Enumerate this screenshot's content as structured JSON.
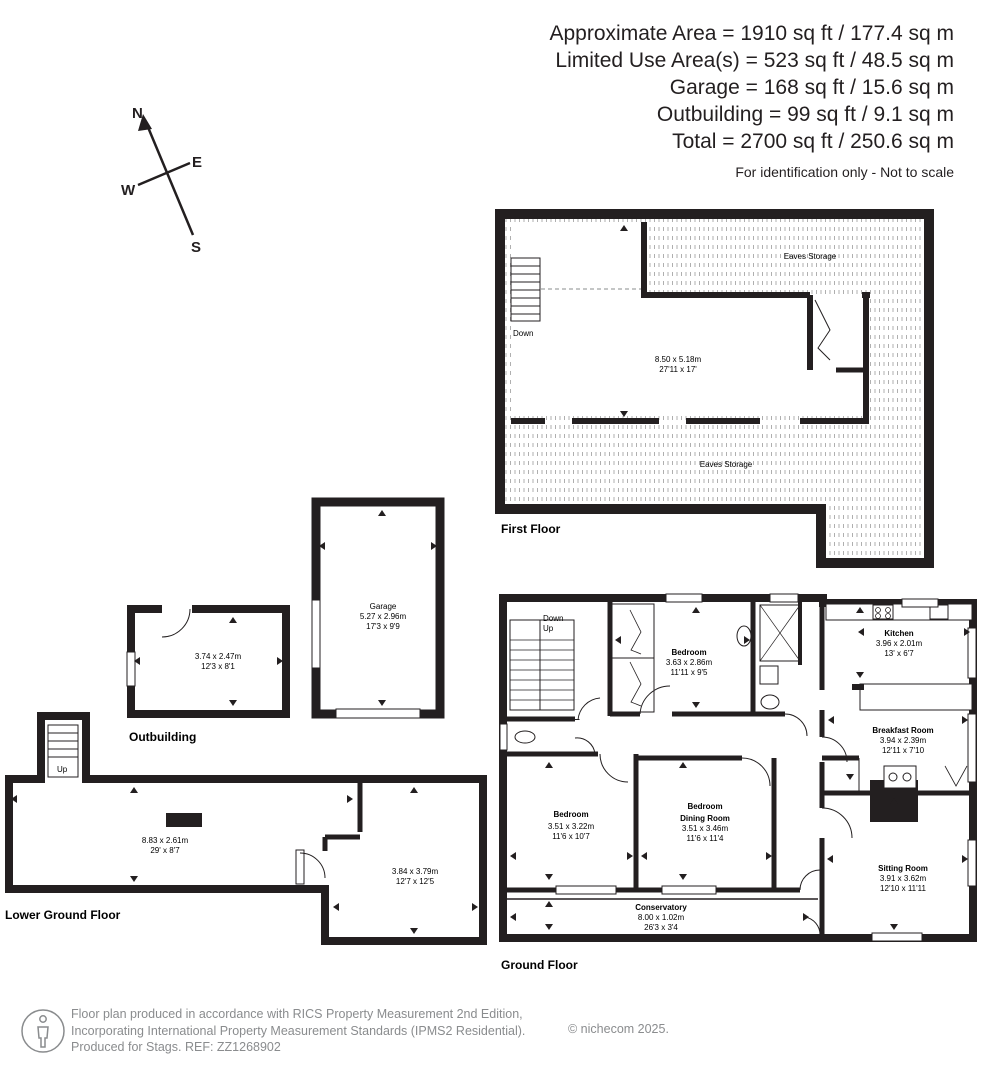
{
  "areas": {
    "approximate": "Approximate Area = 1910 sq ft / 177.4 sq m",
    "limited_use": "Limited Use Area(s) = 523 sq ft / 48.5 sq m",
    "garage": "Garage = 168 sq ft / 15.6 sq m",
    "outbuilding": "Outbuilding = 99 sq ft / 9.1 sq m",
    "total": "Total = 2700 sq ft / 250.6 sq m",
    "note": "For identification only - Not to scale"
  },
  "compass": {
    "n": "N",
    "e": "E",
    "s": "S",
    "w": "W"
  },
  "floors": {
    "first": "First Floor",
    "ground": "Ground Floor",
    "lower": "Lower Ground Floor",
    "outbuilding": "Outbuilding"
  },
  "rooms": {
    "first_floor_main": {
      "dims_m": "8.50 x 5.18m",
      "dims_ft": "27'11 x 17'"
    },
    "eaves_storage_top": {
      "name": "Eaves Storage"
    },
    "eaves_storage_bottom": {
      "name": "Eaves Storage"
    },
    "first_floor_stairs": {
      "label": "Down"
    },
    "garage": {
      "name": "Garage",
      "dims_m": "5.27 x 2.96m",
      "dims_ft": "17'3 x 9'9"
    },
    "outbuilding_room": {
      "dims_m": "3.74 x 2.47m",
      "dims_ft": "12'3 x 8'1"
    },
    "lower_main": {
      "dims_m": "8.83 x 2.61m",
      "dims_ft": "29' x 8'7"
    },
    "lower_side": {
      "dims_m": "3.84 x 3.79m",
      "dims_ft": "12'7 x 12'5"
    },
    "lower_stairs": {
      "label": "Up"
    },
    "ground_stairs": {
      "down": "Down",
      "up": "Up"
    },
    "bedroom_top": {
      "name": "Bedroom",
      "dims_m": "3.63 x 2.86m",
      "dims_ft": "11'11 x 9'5"
    },
    "kitchen": {
      "name": "Kitchen",
      "dims_m": "3.96 x 2.01m",
      "dims_ft": "13' x 6'7"
    },
    "breakfast": {
      "name": "Breakfast Room",
      "dims_m": "3.94 x 2.39m",
      "dims_ft": "12'11 x 7'10"
    },
    "bedroom_left": {
      "name": "Bedroom",
      "dims_m": "3.51 x 3.22m",
      "dims_ft": "11'6 x 10'7"
    },
    "bedroom_dining": {
      "name1": "Bedroom",
      "name2": "Dining Room",
      "dims_m": "3.51 x 3.46m",
      "dims_ft": "11'6 x 11'4"
    },
    "sitting": {
      "name": "Sitting Room",
      "dims_m": "3.91 x 3.62m",
      "dims_ft": "12'10 x 11'11"
    },
    "conservatory": {
      "name": "Conservatory",
      "dims_m": "8.00 x 1.02m",
      "dims_ft": "26'3 x 3'4"
    }
  },
  "footer": {
    "line1": "Floor plan produced in accordance with RICS Property Measurement 2nd Edition,",
    "line2": "Incorporating International Property Measurement Standards (IPMS2 Residential).",
    "line3": "Produced for Stags.   REF: ZZ1268902",
    "copyright": "© nichecom 2025."
  },
  "colors": {
    "wall": "#231f20",
    "grey": "#8a8c8e",
    "hatch": "#9b9b9b"
  }
}
